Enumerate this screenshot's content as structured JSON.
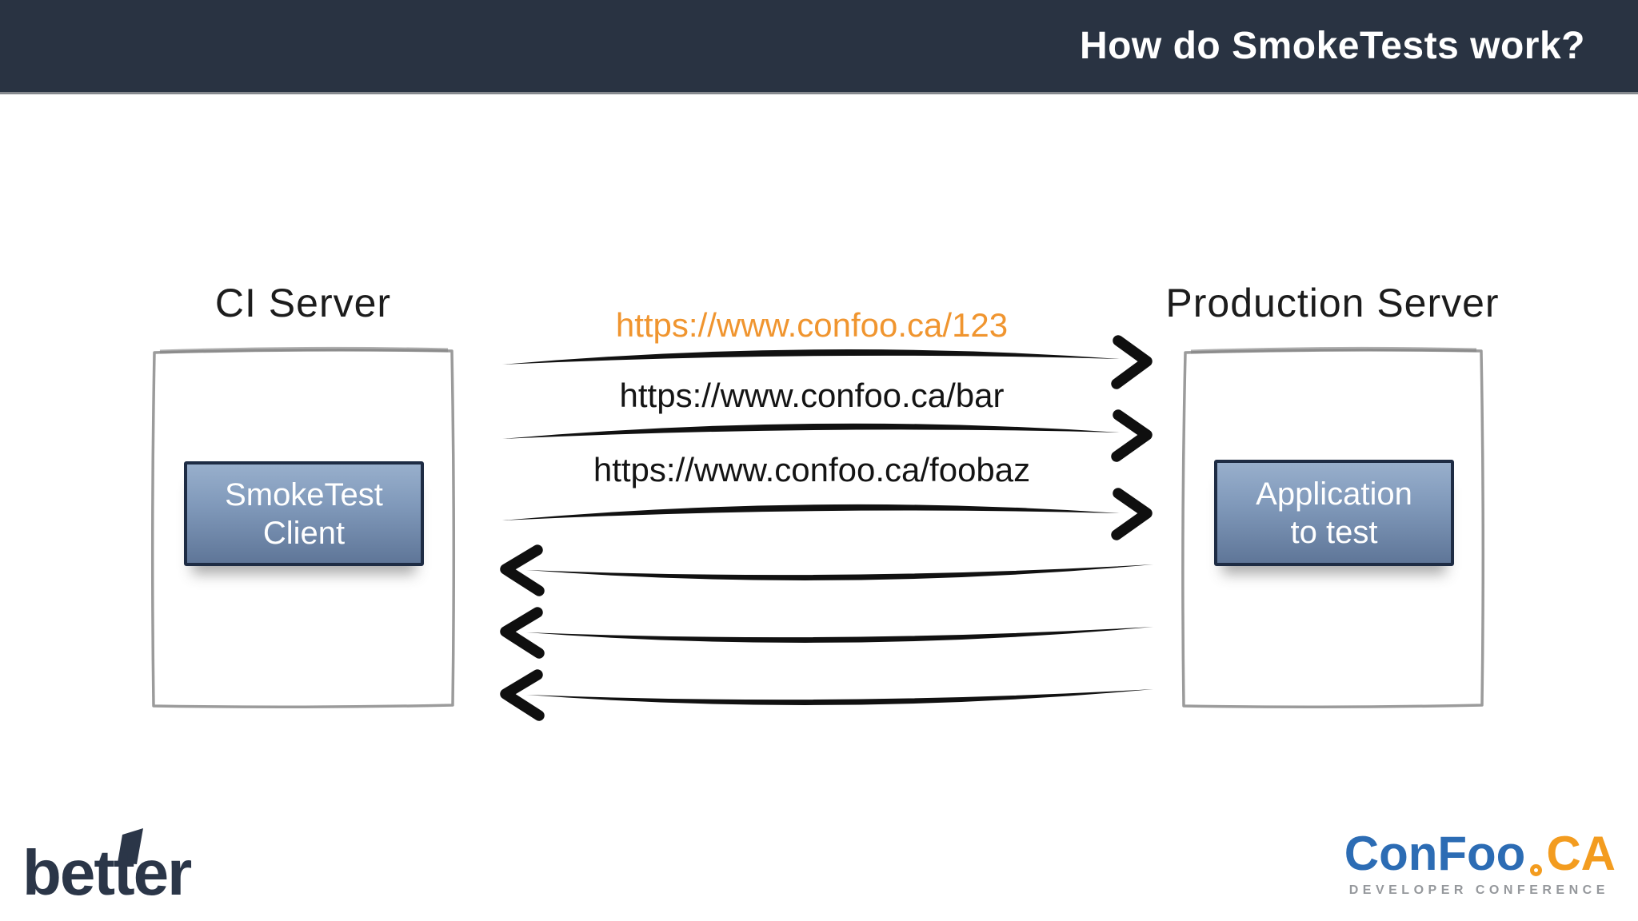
{
  "header": {
    "title": "How do SmokeTests work?"
  },
  "diagram": {
    "ci_server": {
      "label": "CI Server",
      "button": {
        "line1": "SmokeTest",
        "line2": "Client"
      }
    },
    "production_server": {
      "label": "Production Server",
      "button": {
        "line1": "Application",
        "line2": "to test"
      }
    },
    "requests": [
      {
        "url": "https://www.confoo.ca/123",
        "highlighted": true
      },
      {
        "url": "https://www.confoo.ca/bar",
        "highlighted": false
      },
      {
        "url": "https://www.confoo.ca/foobaz",
        "highlighted": false
      }
    ],
    "request_arrow_count": 3,
    "response_arrow_count": 3
  },
  "footer": {
    "better_logo_text": "better",
    "confoo_logo": {
      "name": "ConFoo",
      "tld": "CA",
      "tagline": "DEVELOPER CONFERENCE"
    }
  },
  "colors": {
    "header_bg": "#293342",
    "url_highlight_orange": "#f0952f",
    "arrow_black": "#111111",
    "button_gradient_top": "#98afcc",
    "button_gradient_bottom": "#5f7698",
    "button_border_navy": "#1e2c44",
    "sketch_box_gray": "#9b9b9b",
    "better_navy": "#2b3648",
    "confoo_blue": "#2c6cb4",
    "confoo_orange": "#f39c1f",
    "tagline_gray": "#95989c"
  }
}
